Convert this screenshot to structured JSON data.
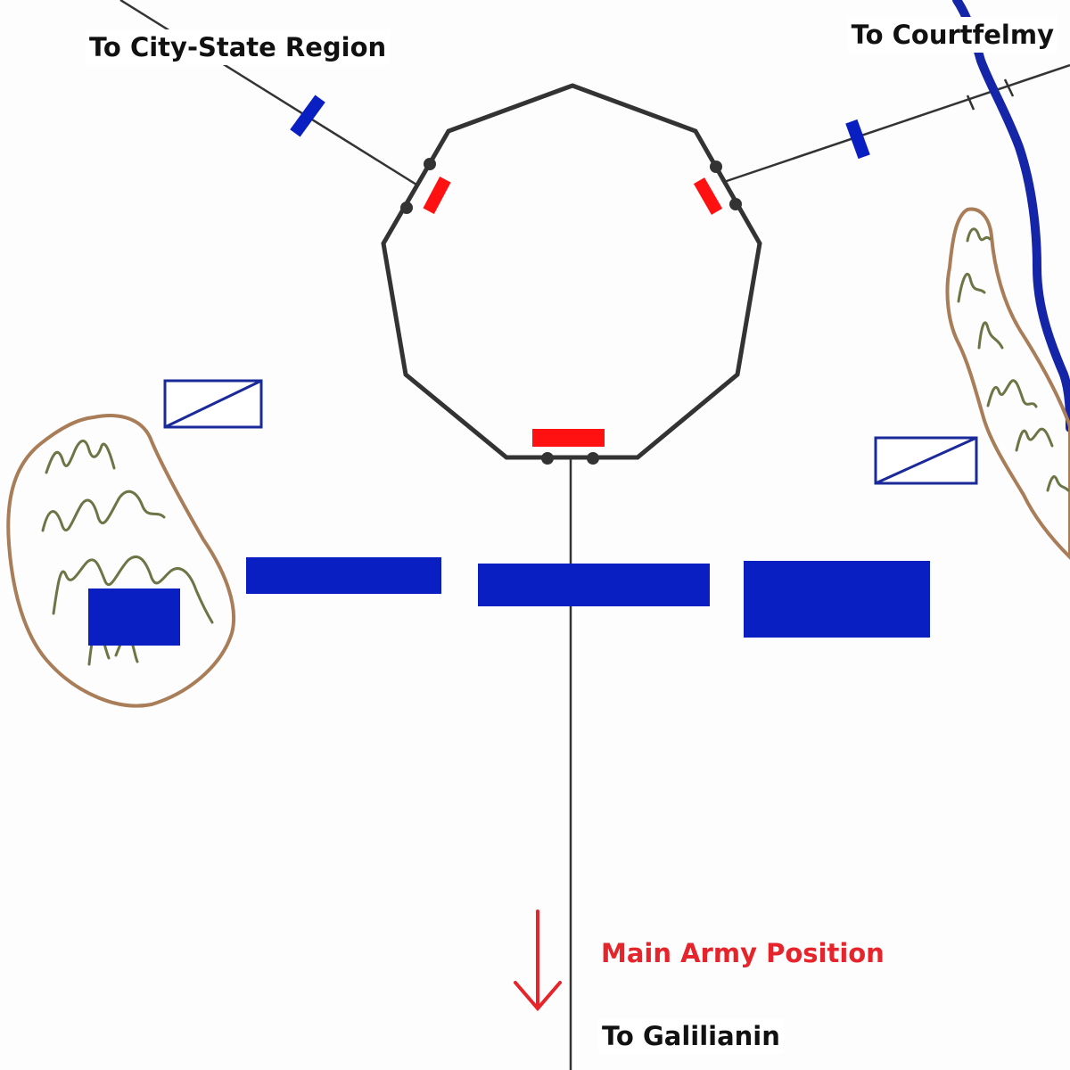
{
  "map": {
    "colors": {
      "friendly": "#0a1fc2",
      "friendly_outline": "#1a2a9a",
      "enemy": "#ff1111",
      "wall": "#333333",
      "road": "#333333",
      "river": "#1525a8",
      "hill_outline": "#a87d58",
      "hill_hatch": "#6b7545",
      "label_main_army": "#e5242b",
      "label_default": "#111111"
    },
    "labels": {
      "city_state_road": "To City-State Region",
      "courtfelmy_road": "To Courtfelmy",
      "main_army": "Main Army Position",
      "galilianin_road": "To Galilianin"
    }
  }
}
